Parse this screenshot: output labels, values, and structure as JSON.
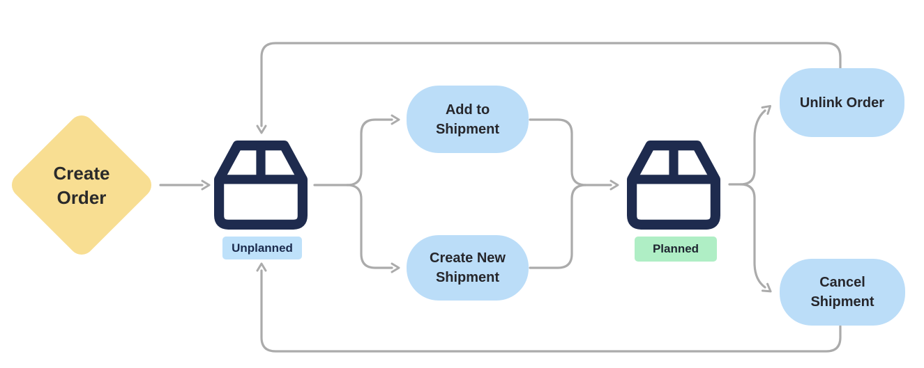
{
  "diagram": {
    "type": "flowchart",
    "nodes": {
      "create_order": {
        "label": "Create Order",
        "shape": "diamond",
        "fill": "#F8DE92"
      },
      "unplanned": {
        "label": "Unplanned",
        "shape": "state-badge",
        "icon": "package-icon",
        "fill": "#BEE1FA"
      },
      "add_to_shipment": {
        "label": "Add to Shipment",
        "shape": "pill",
        "fill": "#BBDDF8"
      },
      "create_new_shipment": {
        "label": "Create New Shipment",
        "shape": "pill",
        "fill": "#BBDDF8"
      },
      "planned": {
        "label": "Planned",
        "shape": "state-badge",
        "icon": "package-icon",
        "fill": "#AFEEC5"
      },
      "unlink_order": {
        "label": "Unlink Order",
        "shape": "pill",
        "fill": "#BBDDF8"
      },
      "cancel_shipment": {
        "label": "Cancel Shipment",
        "shape": "pill",
        "fill": "#BBDDF8"
      }
    },
    "edges": [
      {
        "from": "create_order",
        "to": "unplanned"
      },
      {
        "from": "unplanned",
        "to": "add_to_shipment"
      },
      {
        "from": "unplanned",
        "to": "create_new_shipment"
      },
      {
        "from": "add_to_shipment",
        "to": "planned"
      },
      {
        "from": "create_new_shipment",
        "to": "planned"
      },
      {
        "from": "planned",
        "to": "unlink_order"
      },
      {
        "from": "planned",
        "to": "cancel_shipment"
      },
      {
        "from": "unlink_order",
        "to": "unplanned",
        "route": "top-loop"
      },
      {
        "from": "cancel_shipment",
        "to": "unplanned",
        "route": "bottom-loop"
      }
    ],
    "colors": {
      "connector": "#ABABAB",
      "package_icon": "#1E2B4E",
      "pill_fill": "#BBDDF8",
      "diamond_fill": "#F8DE92",
      "unplanned_badge_fill": "#BEE1FA",
      "planned_badge_fill": "#AFEEC5",
      "text_dark": "#26262B",
      "background": "#FFFFFF"
    }
  }
}
